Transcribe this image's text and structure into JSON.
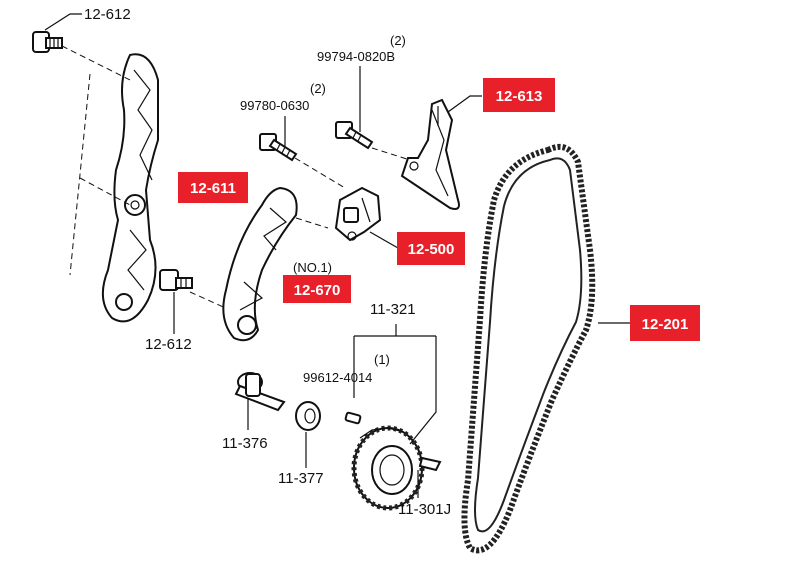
{
  "labels": {
    "l_12_612_top": "12-612",
    "l_99794_qty": "(2)",
    "l_99794": "99794-0820B",
    "l_99780_qty": "(2)",
    "l_99780": "99780-0630",
    "l_no1": "(NO.1)",
    "l_12_612_bottom": "12-612",
    "l_11_321": "11-321",
    "l_99612_qty": "(1)",
    "l_99612": "99612-4014",
    "l_11_376": "11-376",
    "l_11_377": "11-377",
    "l_11_301j": "11-301J"
  },
  "callouts": {
    "c_12_613": "12-613",
    "c_12_611": "12-611",
    "c_12_500": "12-500",
    "c_12_670": "12-670",
    "c_12_201": "12-201"
  },
  "colors": {
    "callout_bg": "#e8202a",
    "callout_text": "#ffffff",
    "line": "#111111"
  }
}
